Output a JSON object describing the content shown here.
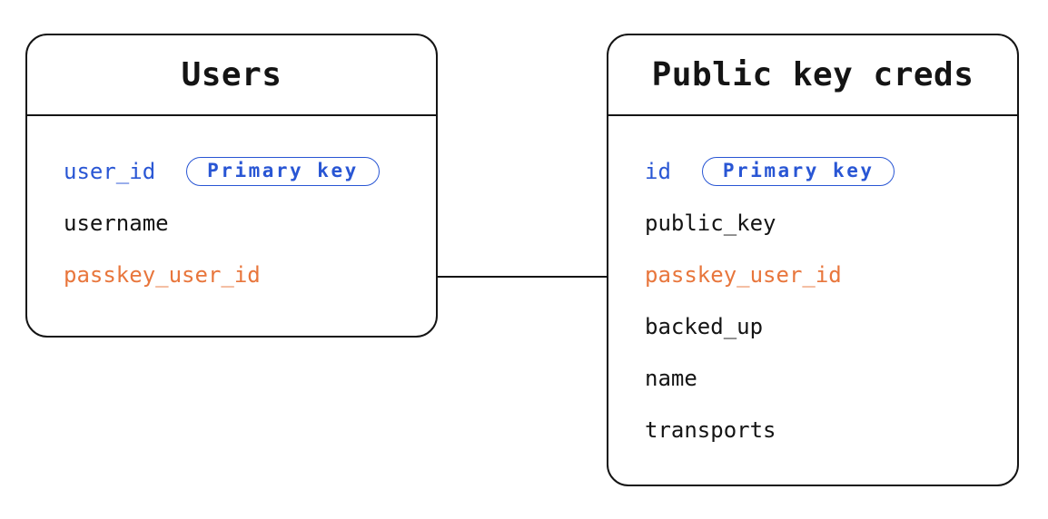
{
  "diagram": {
    "kind": "entity-relationship",
    "colors": {
      "ink": "#141414",
      "primary_key_blue": "#2956d4",
      "relation_orange": "#e8763c",
      "background": "#ffffff"
    },
    "tables": [
      {
        "title": "Users",
        "fields": [
          {
            "name": "user_id",
            "role": "primary-key",
            "badge": "Primary key"
          },
          {
            "name": "username",
            "role": "plain"
          },
          {
            "name": "passkey_user_id",
            "role": "foreign-ref"
          }
        ]
      },
      {
        "title": "Public key creds",
        "fields": [
          {
            "name": "id",
            "role": "primary-key",
            "badge": "Primary key"
          },
          {
            "name": "public_key",
            "role": "plain"
          },
          {
            "name": "passkey_user_id",
            "role": "foreign-ref"
          },
          {
            "name": "backed_up",
            "role": "plain"
          },
          {
            "name": "name",
            "role": "plain"
          },
          {
            "name": "transports",
            "role": "plain"
          }
        ]
      }
    ],
    "relationship": {
      "from_field": "passkey_user_id",
      "to_field": "passkey_user_id"
    }
  }
}
